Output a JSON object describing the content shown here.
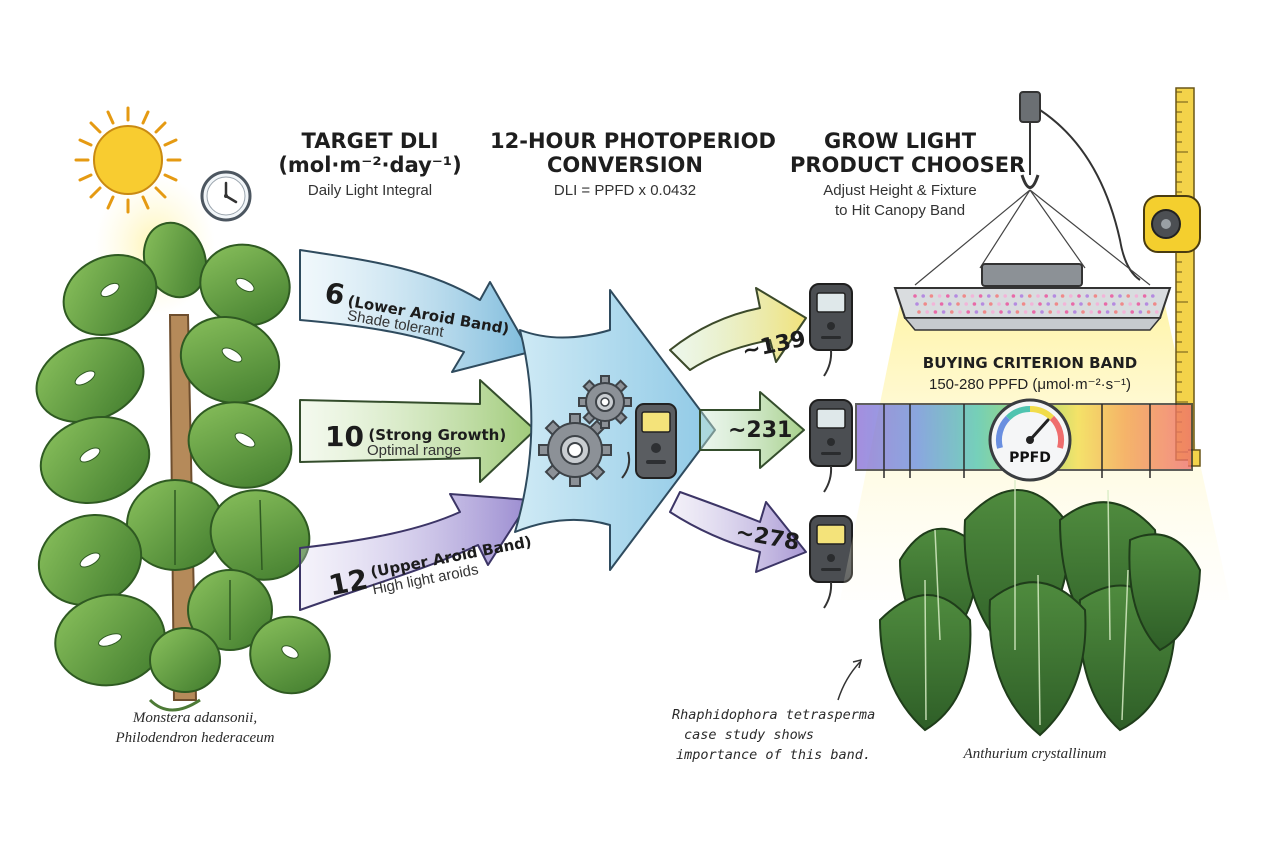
{
  "columns": [
    {
      "title_line1": "TARGET DLI",
      "title_line2": "(mol·m⁻²·day⁻¹)",
      "subtitle": "Daily Light Integral"
    },
    {
      "title_line1": "12-HOUR PHOTOPERIOD",
      "title_line2": "CONVERSION",
      "subtitle": "DLI = PPFD x 0.0432"
    },
    {
      "title_line1": "GROW LIGHT",
      "title_line2": "PRODUCT CHOOSER",
      "subtitle_line1": "Adjust Height & Fixture",
      "subtitle_line2": "to Hit Canopy Band"
    }
  ],
  "dli_targets": [
    {
      "value": "6",
      "band": "(Lower Aroid Band)",
      "note": "Shade tolerant"
    },
    {
      "value": "10",
      "band": "(Strong Growth)",
      "note": "Optimal range"
    },
    {
      "value": "12",
      "band": "(Upper Aroid Band)",
      "note": "High light aroids"
    }
  ],
  "ppfd_outputs": [
    "~139",
    "~231",
    "~278"
  ],
  "criterion": {
    "title": "BUYING CRITERION BAND",
    "range": "150-280 PPFD (μmol·m⁻²·s⁻¹)",
    "gauge_label": "PPFD"
  },
  "plants": {
    "left_line1": "Monstera adansonii,",
    "left_line2": "Philodendron hederaceum",
    "right": "Anthurium crystallinum"
  },
  "note": {
    "line1": "Rhaphidophora tetrasperma",
    "line2": "case study shows",
    "line3": "importance of this band."
  },
  "colors": {
    "arrow_blue": "#8cc4e0",
    "arrow_green": "#a9cf86",
    "arrow_purple": "#a89bd4",
    "arrow_yellow": "#f2e27a",
    "sun": "#f7c62a",
    "leaf": "#4f8a3a",
    "meter": "#4a4a4a"
  },
  "icons": [
    "sun-icon",
    "clock-icon",
    "gear-icon",
    "light-meter-icon",
    "tape-measure-icon",
    "grow-light-icon",
    "gauge-icon"
  ]
}
